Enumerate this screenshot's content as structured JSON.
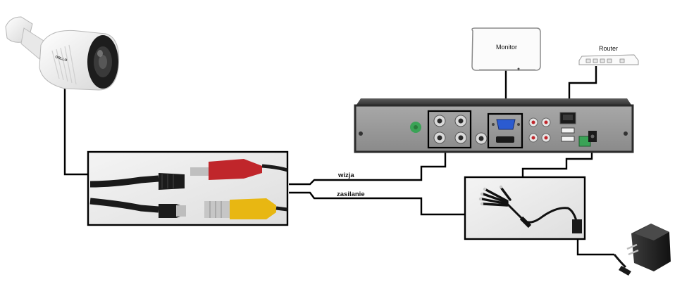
{
  "camera": {
    "brand": "ORLLO"
  },
  "monitor": {
    "label": "Monitor"
  },
  "router": {
    "label": "Router"
  },
  "cables": {
    "video_label": "wizja",
    "power_label": "zasilanie"
  },
  "colors": {
    "dvr_body": "#2b2b2b",
    "dvr_panel": "#9a9a9a",
    "wire": "#000000",
    "rca_red": "#c0262b",
    "rca_yellow": "#e8b712",
    "terminal_green": "#3aa356",
    "camera_body": "#f2f2f2"
  }
}
